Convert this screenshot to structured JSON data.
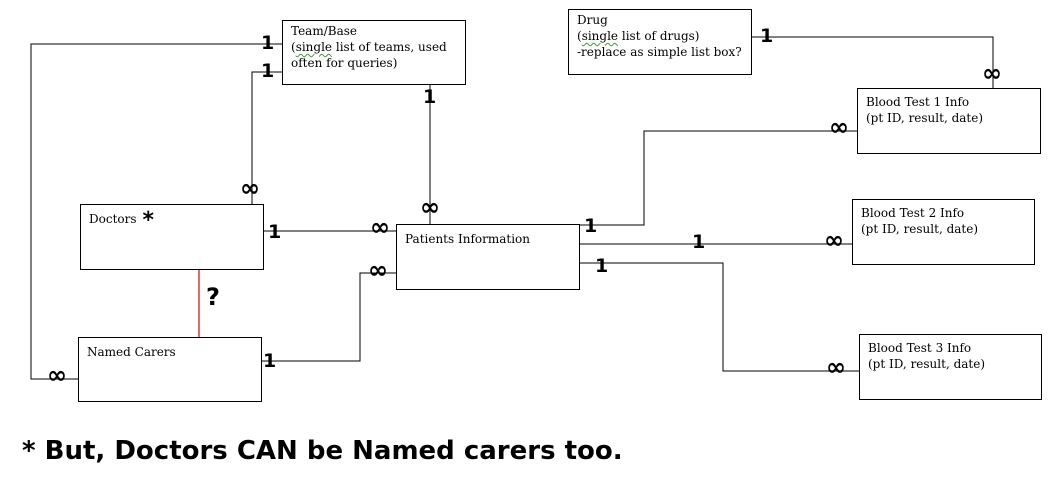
{
  "entities": {
    "team_base": {
      "lines": [
        "Team/Base",
        "(single list of teams, used",
        "often for queries)"
      ]
    },
    "drug": {
      "lines": [
        "Drug",
        "(single list of drugs)",
        "-replace as simple list box?"
      ]
    },
    "doctors": {
      "label": "Doctors",
      "marker": "*"
    },
    "named_carers": {
      "label": "Named Carers"
    },
    "patients": {
      "label": "Patients Information"
    },
    "blood1": {
      "lines": [
        "Blood Test 1 Info",
        "(pt ID, result, date)"
      ]
    },
    "blood2": {
      "lines": [
        "Blood Test 2 Info",
        "(pt ID, result, date)"
      ]
    },
    "blood3": {
      "lines": [
        "Blood Test 3 Info",
        "(pt ID, result, date)"
      ]
    }
  },
  "cardinality": {
    "one": "1",
    "many": "∞"
  },
  "question_mark": "?",
  "line_colors": {
    "relation": "#000000",
    "question": "#e00000"
  },
  "footnote": "* But, Doctors CAN be Named carers too."
}
